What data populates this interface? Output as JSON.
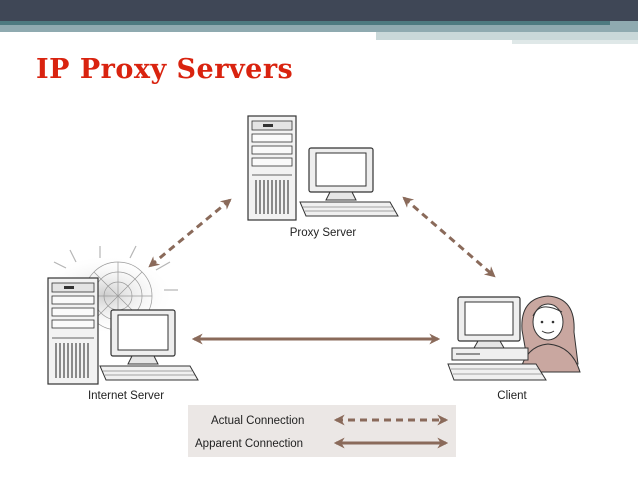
{
  "slide": {
    "title": "IP Proxy Servers"
  },
  "diagram": {
    "nodes": {
      "proxy": {
        "label": "Proxy Server"
      },
      "internet": {
        "label": "Internet Server"
      },
      "client": {
        "label": "Client"
      }
    },
    "legend": {
      "actual": "Actual Connection",
      "apparent": "Apparent Connection"
    },
    "colors": {
      "arrow": "#8a6a5a",
      "title": "#d9230f",
      "legend_bg": "#ebe7e5"
    }
  }
}
